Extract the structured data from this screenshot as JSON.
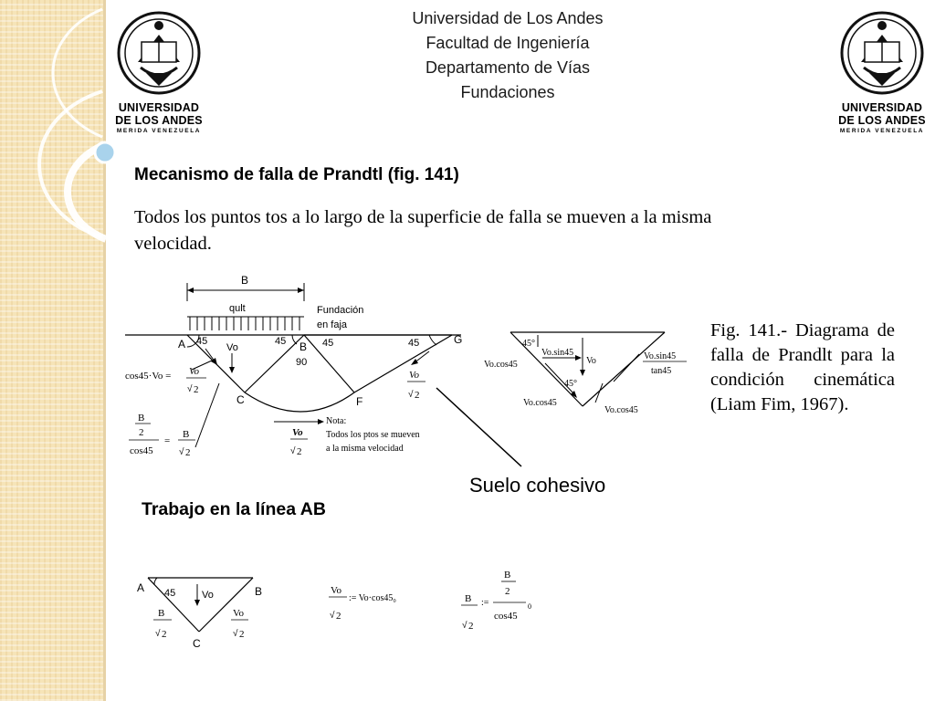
{
  "header": {
    "line1": "Universidad de Los Andes",
    "line2": "Facultad de Ingeniería",
    "line3": "Departamento de Vías",
    "line4": "Fundaciones"
  },
  "logo": {
    "text_line1": "UNIVERSIDAD",
    "text_line2": "DE LOS ANDES",
    "text_line3": "MERIDA VENEZUELA",
    "icon": "university-seal-icon"
  },
  "slide": {
    "title": "Mecanismo de falla de Prandtl (fig. 141)",
    "body": "Todos los puntos tos a lo largo de la superficie de falla se mueven a la misma velocidad.",
    "caption": "Fig. 141.- Diagrama de falla de Prandlt para la condición cinemática (Liam Fim, 1967).",
    "suelo_label": "Suelo cohesivo",
    "subtitle": "Trabajo en la línea AB"
  },
  "diagram_main": {
    "b_label": "B",
    "qult_label": "qult",
    "fundacion_line1": "Fundación",
    "fundacion_line2": "en faja",
    "point_a": "A",
    "point_b": "B",
    "point_c": "C",
    "point_f": "F",
    "point_g": "G",
    "angle_45_a": "45",
    "angle_45_b": "45",
    "angle_45_c": "45",
    "angle_45_g": "45",
    "angle_90": "90",
    "vo": "Vo",
    "cos45_vo": "cos45·Vo =",
    "sqrt2": "2",
    "frac_b_num": "B",
    "frac_b_mid": "2",
    "frac_b_den": "cos45",
    "equals": "=",
    "nota_line1": "Nota:",
    "nota_line2": "Todos los ptos se mueven",
    "nota_line3": "a la misma velocidad"
  },
  "diagram_velocity": {
    "angle1": "45°",
    "angle2": "45°",
    "vo_sin45": "Vo.sin45",
    "vo": "Vo",
    "vo_sin45_right": "Vo.sin45",
    "tan45": "tan45",
    "vo_cos45_left": "Vo.cos45",
    "vo_cos45_mid": "Vo.cos45",
    "vo_cos45_right": "Vo.cos45"
  },
  "diagram_bottom": {
    "point_a": "A",
    "point_b": "B",
    "point_c": "C",
    "angle_45": "45",
    "vo": "Vo",
    "frac_b": "B",
    "sqrt2": "2",
    "frac_vo": "Vo",
    "eq1_rhs": ":= Vo·cos45₀",
    "eq2_b_top": "B",
    "eq2_two": "2",
    "eq2_cos45": "cos45",
    "eq2_assign": ":=",
    "eq2_sub": "0"
  }
}
